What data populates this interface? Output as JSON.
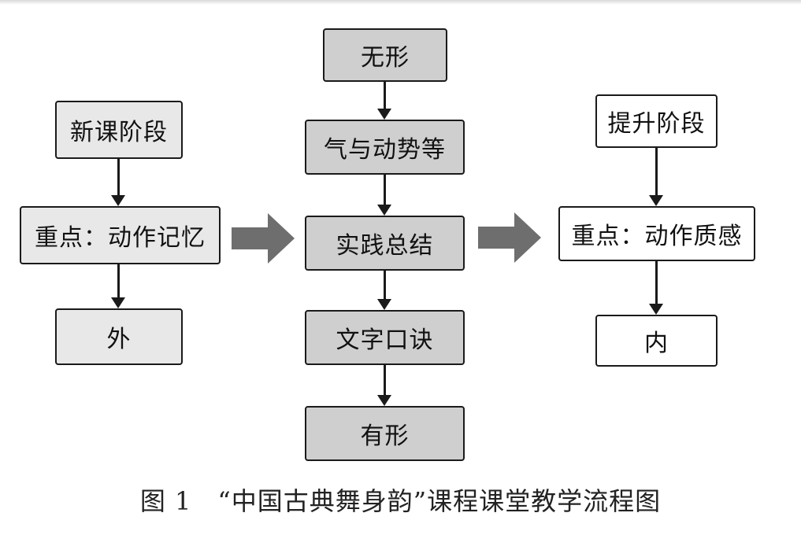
{
  "left_column": {
    "title": "新课阶段",
    "focus": "重点：动作记忆",
    "result": "外"
  },
  "middle_column": {
    "top": "无形",
    "step1": "气与动势等",
    "step2": "实践总结",
    "step3": "文字口诀",
    "bottom": "有形"
  },
  "right_column": {
    "title": "提升阶段",
    "focus": "重点：动作质感",
    "result": "内"
  },
  "caption": "图 1　“中国古典舞身韵”课程课堂教学流程图",
  "colors": {
    "box_light": "#e8e8e8",
    "box_mid": "#cfcfcf",
    "box_white": "#ffffff",
    "big_arrow": "#6e6e6e",
    "line": "#1a1a1a"
  }
}
